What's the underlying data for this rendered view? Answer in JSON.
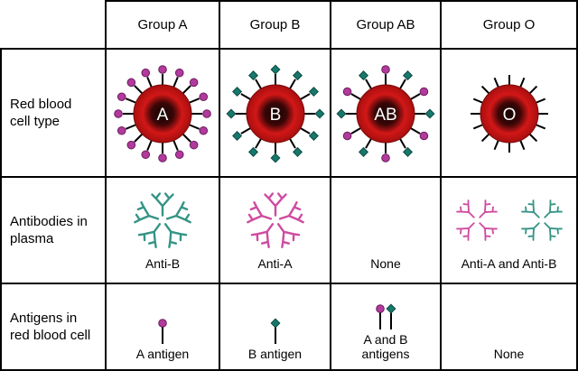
{
  "header": {
    "columns": [
      "Group A",
      "Group B",
      "Group AB",
      "Group O"
    ]
  },
  "rows": {
    "rbc": {
      "label": "Red blood cell type",
      "cells": [
        {
          "letter": "A",
          "tips": [
            "circle"
          ],
          "spikes": 16
        },
        {
          "letter": "B",
          "tips": [
            "diamond"
          ],
          "spikes": 12
        },
        {
          "letter": "AB",
          "tips": [
            "circle",
            "diamond"
          ],
          "spikes": 12
        },
        {
          "letter": "O",
          "tips": [],
          "spikes": 16
        }
      ]
    },
    "antibodies": {
      "label": "Antibodies in plasma",
      "cells": [
        {
          "caption": "Anti-B",
          "clusters": [
            {
              "type": "anti_b",
              "count": 5
            }
          ]
        },
        {
          "caption": "Anti-A",
          "clusters": [
            {
              "type": "anti_a",
              "count": 5
            }
          ]
        },
        {
          "caption": "None",
          "clusters": []
        },
        {
          "caption": "Anti-A and Anti-B",
          "clusters": [
            {
              "type": "anti_a",
              "count": 4
            },
            {
              "type": "anti_b",
              "count": 4
            }
          ]
        }
      ]
    },
    "antigens": {
      "label": "Antigens in red blood cell",
      "cells": [
        {
          "caption": "A antigen",
          "sticks": [
            "circle"
          ]
        },
        {
          "caption": "B antigen",
          "sticks": [
            "diamond"
          ]
        },
        {
          "caption": "A and B antigens",
          "sticks": [
            "circle",
            "diamond"
          ]
        },
        {
          "caption": "None",
          "sticks": []
        }
      ]
    }
  },
  "icons": {
    "a_antigen": "magenta-circle-antigen-icon",
    "b_antigen": "teal-diamond-antigen-icon",
    "antibody": "y-shaped-antibody-icon",
    "red_blood_cell": "red-blood-cell-icon"
  },
  "colors": {
    "border": "#000000",
    "antigen_a": "#b13a9c",
    "antigen_a_dark": "#6d1c5f",
    "antigen_b": "#17786b",
    "antigen_b_dark": "#0a4a40",
    "antibody_anti_a": "#cf4ba0",
    "antibody_anti_b": "#359485",
    "rbc_rim": "#d31717",
    "rbc_center": "#160303",
    "cell_label_text": "#ffffff"
  }
}
